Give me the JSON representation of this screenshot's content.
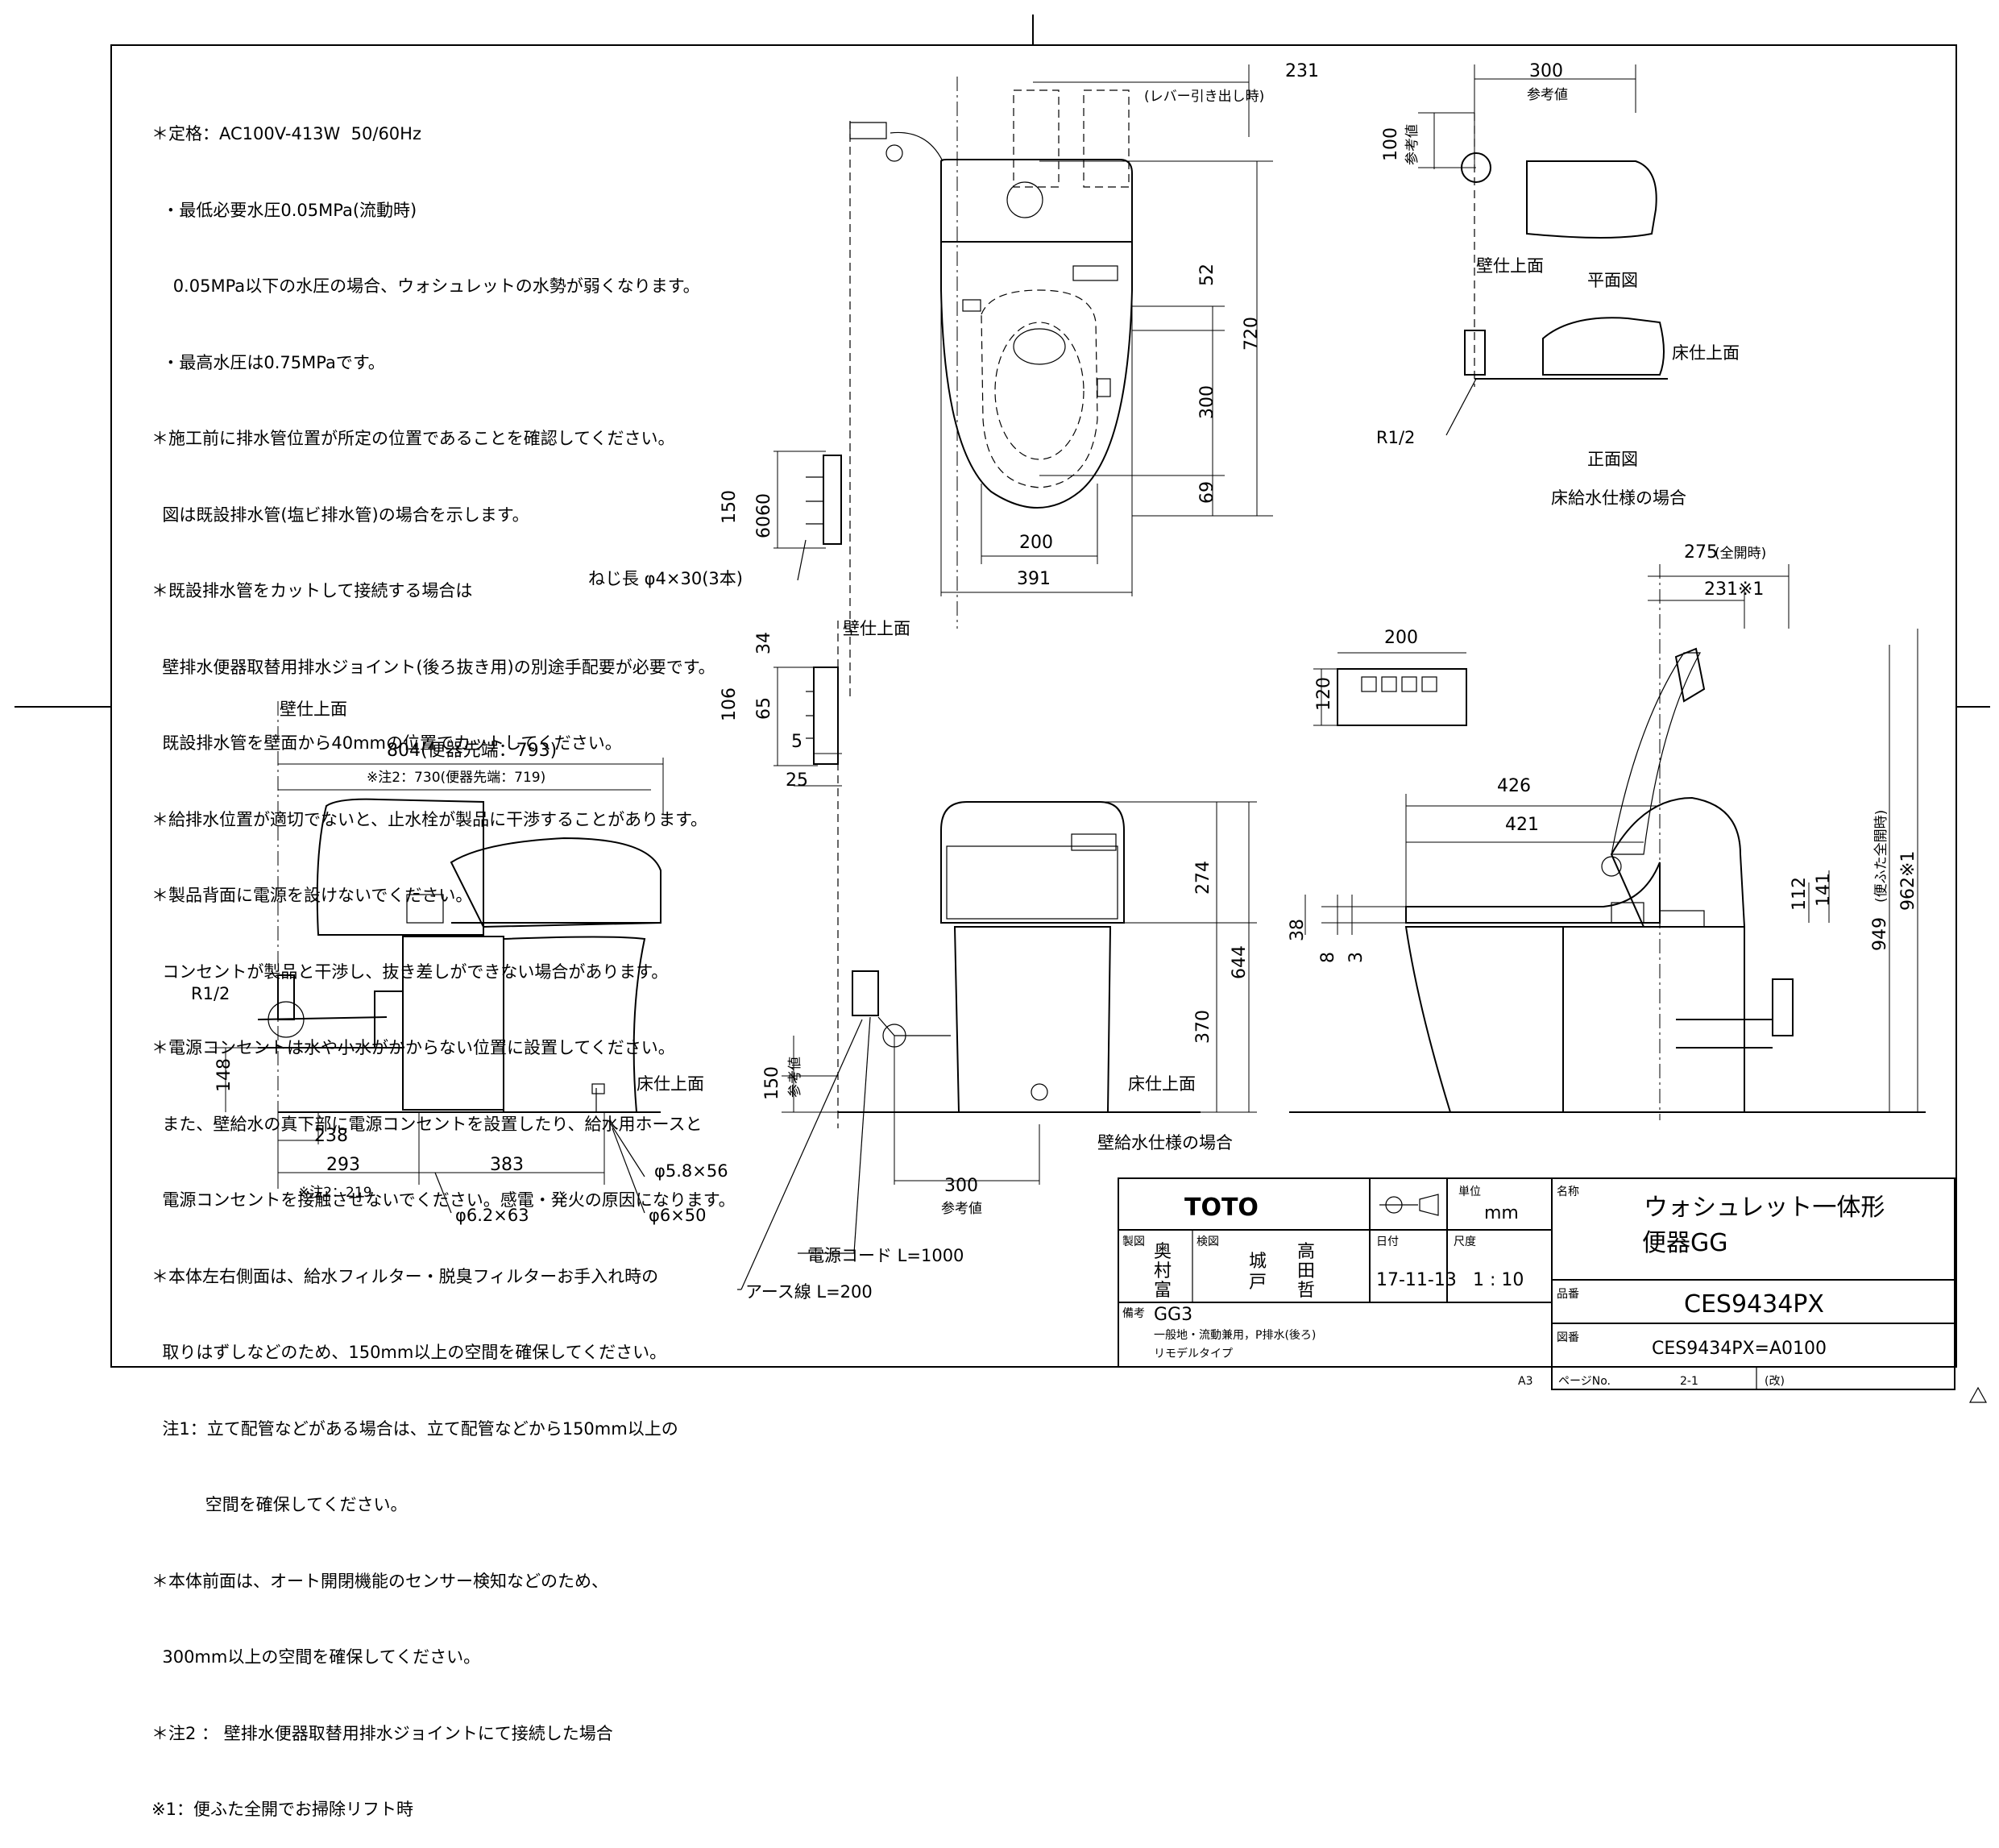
{
  "notes": [
    "＊定格：AC100V-413W  50/60Hz",
    "  ・最低必要水圧0.05MPa(流動時)",
    "    0.05MPa以下の水圧の場合、ウォシュレットの水勢が弱くなります。",
    "  ・最高水圧は0.75MPaです。",
    "＊施工前に排水管位置が所定の位置であることを確認してください。",
    "  図は既設排水管(塩ビ排水管)の場合を示します。",
    "＊既設排水管をカットして接続する場合は",
    "  壁排水便器取替用排水ジョイント(後ろ抜き用)の別途手配要が必要です。",
    "  既設排水管を壁面から40mmの位置でカットしてください。",
    "＊給排水位置が適切でないと、止水栓が製品に干渉することがあります。",
    "＊製品背面に電源を設けないでください。",
    "  コンセントが製品と干渉し、抜き差しができない場合があります。",
    "＊電源コンセントは水や小水がかからない位置に設置してください。",
    "  また、壁給水の真下部に電源コンセントを設置したり、給水用ホースと",
    "  電源コンセントを接触させないでください。感電・発火の原因になります。",
    "＊本体左右側面は、給水フィルター・脱臭フィルターお手入れ時の",
    "  取りはずしなどのため、150mm以上の空間を確保してください。",
    "  注1：立て配管などがある場合は、立て配管などから150mm以上の",
    "          空間を確保してください。",
    "＊本体前面は、オート開閉機能のセンサー検知などのため、",
    "  300mm以上の空間を確保してください。",
    "＊注2 ： 壁排水便器取替用排水ジョイントにて接続した場合",
    "※1：便ふた全開でお掃除リフト時"
  ],
  "labels": {
    "wall_surface": "壁仕上面",
    "floor_surface": "床仕上面",
    "plan_view": "平面図",
    "front_view": "正面図",
    "floor_supply": "床給水仕様の場合",
    "wall_supply": "壁給水仕様の場合",
    "r12": "R1/2",
    "screw": "ねじ長  φ4×30(3本)",
    "ref_value": "参考値",
    "lever": "(レバー引き出し時)",
    "power_cord": "電源コード  L=1000",
    "earth_wire": "アース線  L=200",
    "anchor_a": "φ5.8×56",
    "anchor_b": "φ6.2×63",
    "anchor_c": "φ6×50",
    "open_full": "(全開時)",
    "lid_open": "(便ふた全開時)"
  },
  "dims": {
    "d231": "231",
    "d300": "300",
    "d100": "100",
    "d720": "720",
    "d52": "52",
    "d69": "69",
    "d200": "200",
    "d391": "391",
    "d150": "150",
    "d6060": "6060",
    "d34": "34",
    "d106": "106",
    "d65": "65",
    "d5": "5",
    "d25": "25",
    "d804": "804(便器先端：793)",
    "d730": "※注2：730(便器先端：719)",
    "d148": "148",
    "d238": "238",
    "d293": "293",
    "d383": "383",
    "d219": "※注2：219",
    "d274": "274",
    "d644": "644",
    "d370": "370",
    "d275": "275",
    "d231s": "231※1",
    "d426": "426",
    "d421": "421",
    "d38": "38",
    "d8": "8",
    "d3": "3",
    "d112": "112",
    "d141": "141",
    "d949": "949",
    "d962": "962※1",
    "d120": "120"
  },
  "title_block": {
    "brand": "TOTO",
    "unit_label": "単位",
    "unit": "mm",
    "made_label": "製図",
    "made_by": [
      "奥",
      "村",
      "富"
    ],
    "check_label": "検図",
    "checked_by": [
      "城",
      "戸",
      "高",
      "田",
      "哲"
    ],
    "date_label": "日付",
    "date": "17-11-13",
    "scale_label": "尺度",
    "scale": "1 : 10",
    "name_label": "名称",
    "name_line1": "ウォシュレット一体形",
    "name_line2": "便器GG",
    "part_label": "品番",
    "part_no": "CES9434PX",
    "remarks_label": "備考",
    "remarks": [
      "GG3",
      "一般地・流動兼用，P排水(後ろ)",
      "リモデルタイプ"
    ],
    "drawing_label": "図番",
    "drawing_no": "CES9434PX=A0100",
    "sheet_size": "A3",
    "page_label": "ページNo.",
    "page": "2-1",
    "rev_label": "(改)"
  }
}
